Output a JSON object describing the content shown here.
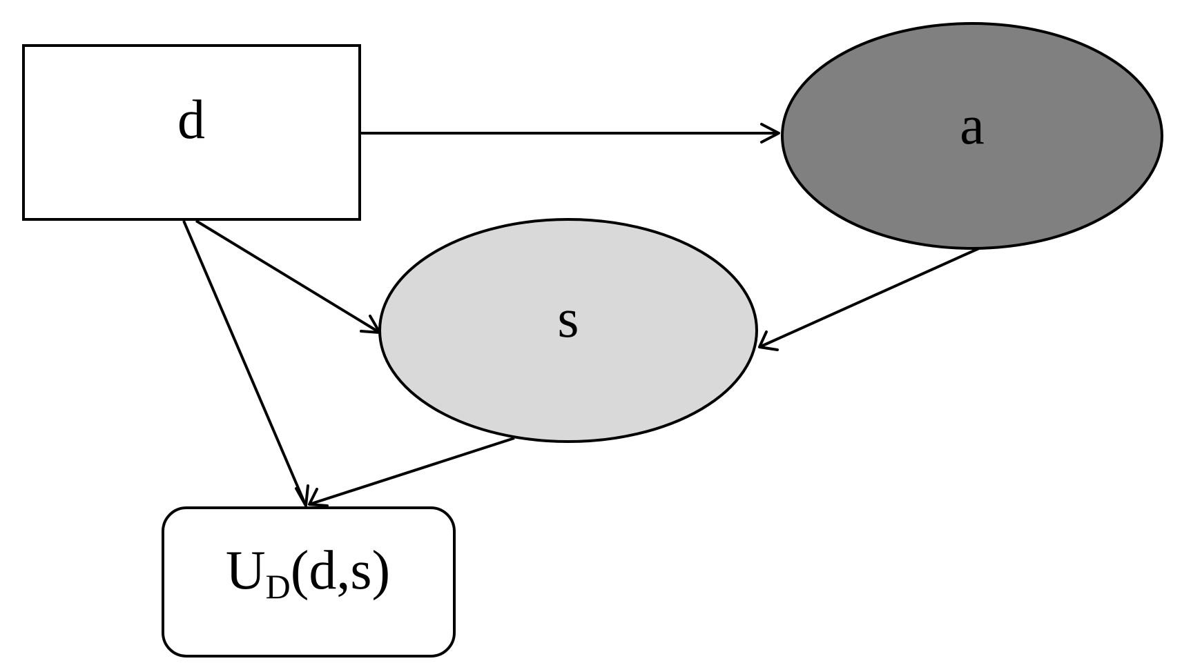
{
  "diagram": {
    "nodes": [
      {
        "id": "d",
        "label": "d",
        "shape": "rectangle",
        "fill": "#ffffff"
      },
      {
        "id": "a",
        "label": "a",
        "shape": "ellipse",
        "fill": "#808080"
      },
      {
        "id": "s",
        "label": "s",
        "shape": "ellipse",
        "fill": "#d9d9d9"
      },
      {
        "id": "u",
        "label_main": "U",
        "label_sub": "D",
        "label_args": "(d,s)",
        "shape": "rounded-rectangle",
        "fill": "#ffffff"
      }
    ],
    "edges": [
      {
        "from": "d",
        "to": "a"
      },
      {
        "from": "d",
        "to": "s"
      },
      {
        "from": "d",
        "to": "u"
      },
      {
        "from": "a",
        "to": "s"
      },
      {
        "from": "s",
        "to": "u"
      }
    ],
    "colors": {
      "stroke": "#000000",
      "background": "#ffffff"
    }
  }
}
